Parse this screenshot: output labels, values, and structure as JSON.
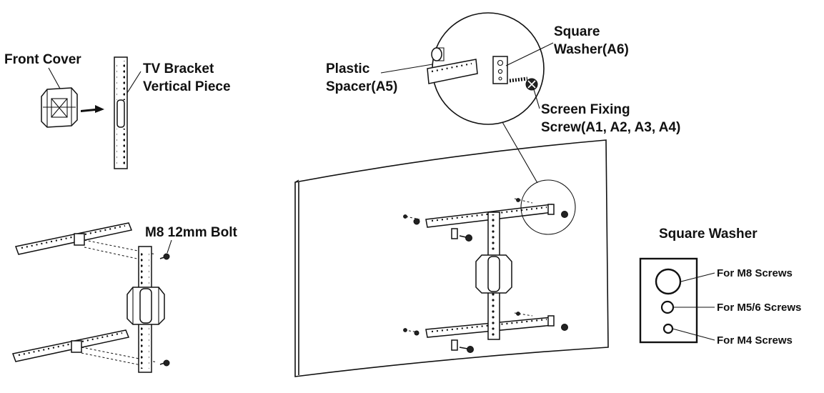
{
  "labels": {
    "front_cover": "Front Cover",
    "tv_bracket_line1": "TV Bracket",
    "tv_bracket_line2": "Vertical Piece",
    "m8_bolt": "M8 12mm Bolt",
    "plastic_spacer_line1": "Plastic",
    "plastic_spacer_line2": "Spacer(A5)",
    "square_washer_line1": "Square",
    "square_washer_line2": "Washer(A6)",
    "screen_fixing_line1": "Screen Fixing",
    "screen_fixing_line2": "Screw(A1, A2, A3, A4)"
  },
  "washer_legend": {
    "title": "Square Washer",
    "items": [
      {
        "label": "For M8 Screws"
      },
      {
        "label": "For M5/6 Screws"
      },
      {
        "label": "For M4 Screws"
      }
    ]
  }
}
